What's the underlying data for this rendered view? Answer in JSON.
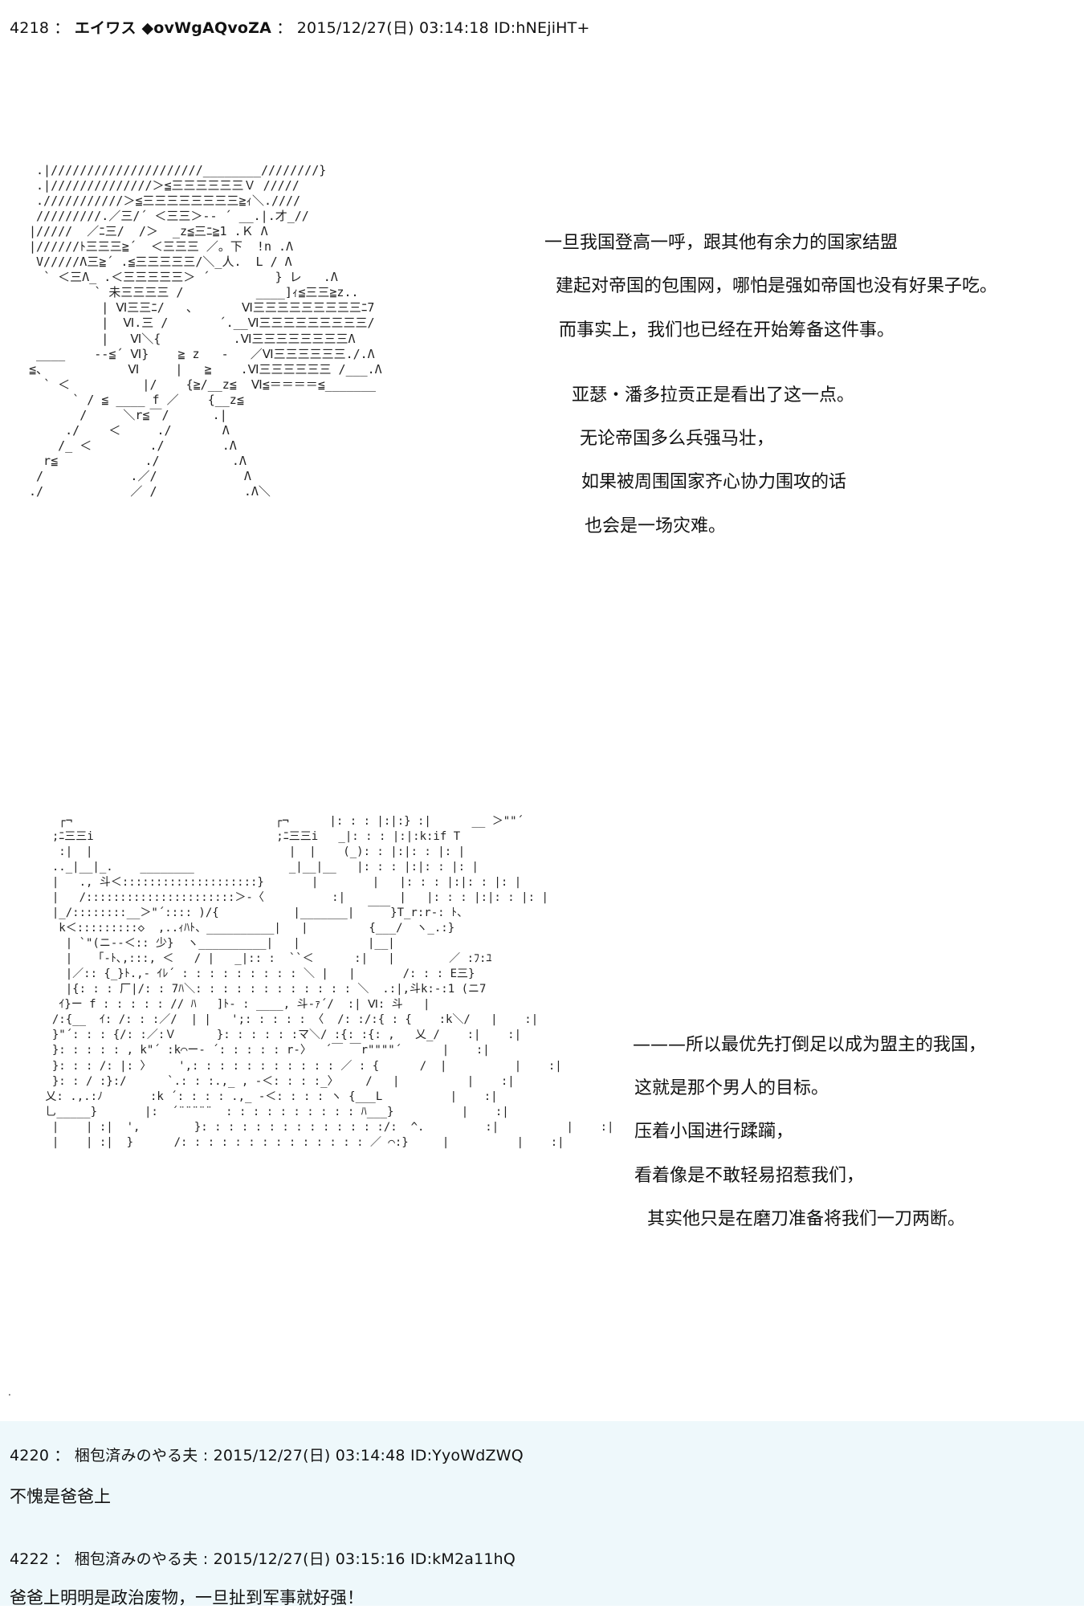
{
  "posts": [
    {
      "number": "4218",
      "name": "エイワス ◆ovWgAQvoZA",
      "date": "2015/12/27(日) 03:14:18",
      "id": "ID:hNEjiHT+"
    },
    {
      "number": "4220",
      "name": "梱包済みのやる夫",
      "date": "2015/12/27(日) 03:14:48",
      "id": "ID:YyoWdZWQ",
      "body": "不愧是爸爸上"
    },
    {
      "number": "4222",
      "name": "梱包済みのやる夫",
      "date": "2015/12/27(日) 03:15:16",
      "id": "ID:kM2a11hQ",
      "body": "爸爸上明明是政治废物，一旦扯到军事就好强！"
    }
  ],
  "art": {
    "top": " .|/////////////////////________////////}\n .|//////////////＞≦三三三三三三Ｖ /////\n .///////////＞≦三三三三三三三三≧ｨ＼.////\n /////////.／三/´ ＜三三＞-‐ ´ __.|.才_//\n|/////  ／ﾆ三/  /＞  _z≦三ﾆ≧1 .Ｋ Λ\n|//////ﾄ三三三≧´  ＜三三三 ／。下  !n .Λ\n V/////Λ三≧´ .≦三三三三三/＼_人.  L / Λ\n  ` ＜三Λ_ .＜三三三三三＞ ´         } レ   .Λ\n         ` 未三三三三 /          ____]ｨ≦三三≧z..\n          | Ⅵ三三ﾆ/   、      Ⅵ三三三三三三三三三ﾆ7\n          |  Ⅵ.三 /       ´.__Ⅵ三三三三三三三三三/\n          |   Ⅵ＼{          .Ⅵ三三三三三三三三Λ\n ____    ‐-≦´ Ⅵ}    ≧ z   -   ／Ⅵ三三三三三三./.Λ\n≦、           Ⅵ     |   ≧    .Ⅵ三三三三三三 /___.Λ\n  ` ＜          |/    {≧/__z≦  Ⅵ≦＝＝＝＝≦_______\n      ` / ≦ ____ f ／    {__z≦\n       /     ＼r≦￣/      .|\n     ./    ＜     ./       Λ\n    /_ ＜        ./        .Λ\n  r≦            ./          .Λ\n /            .／/            Λ\n./            ／ /            .Λ＼",
    "bottom": "   ┌¬                              ┌¬      |: : : |:|:} :|      __ ＞\"\"´\n  ;ﾆ三三i                           ;ﾆ三三i   _|: : : |:|:k:if T\n   :|  |                             |  |    (_): : |:|: : |: |\n  .._|__|_.    ________              _|__|__   |: : : |:|: : |: |\n  |   ., 斗＜::::::::::::::::::::}       |        |   |: : : |:|: : |: |\n  |   /::::::::::::::::::::::＞-〈          :|        |   |: : : |:|: : |: |\n  |_/::::::::__＞\"´:::: )/{           |_______|  ￣￣}T_r:r-: ﾄ、\n   k＜:::::::::◇  ,..ｨﾊﾄ、__________|   |         {___/  ヽ_.:}\n    | `\"(ニ-‐＜:: 少}  ヽ__________|   |          |__|\n    |   「-ﾄ､,:::, ＜   / |   _|:: :  ``＜      :|   |        ／ :ﾌ:ﾕ\n    |／:: {_}ﾄ.,- ｲﾚ´ : : : : : : : : : ＼ |   |       /: : : E三}\n    |{: : : 厂|/: : 7ﾊ＼: : : : : : : : : : : : ＼  .:|,斗k:‐:1 (ニ7\n   ｲ}ー f : : : : : // ﾊ   ]ﾄ- : ____, 斗-ｧ´/  :| Ⅵ: 斗   |\n  /:{__  ｲ: /: : :／/  | |   ';: : : : : 〈  /: :/:{ : {    :k＼/   |    :|\n  }\"´: : : {/: :／:Ｖ      }: : : : : :マ＼/ :{: :{: ,   乂_/    :|    :|\n  }: : : : : , k\"´ :k⌒ー‐ ´: : : : : r-〉  ´￣ ￣r\"\"\"\"´      |    :|\n  }: : : /: |: 〉    ',: : : : : : : : : : : ／ : {      /  |          |    :|\n  }: : / :}:/      `.: : :.,_ , ‐＜: : : :_〉    /   |          |    :|\n 乂: .,.:ﾉ       :k ´: : : : .,_ ‐＜: : : : ヽ {___L          |    :|\n 乚_____}       |:  ´¨¨¨¨¨  : : : : : : : : : : ﾊ___}          |    :|\n  |    | :|  ',        }: : : : : : : : : : : : : :/:  ^.         :|          |    :|\n  |    | :|  }      /: : : : : : : : : : : : : : ／ ⌒:}     |          |    :|"
  },
  "narration_top": [
    "一旦我国登高一呼，跟其他有余力的国家结盟",
    "建起对帝国的包围网，哪怕是强如帝国也没有好果子吃。",
    "而事实上，我们也已经在开始筹备这件事。",
    "亚瑟・潘多拉贡正是看出了这一点。",
    "无论帝国多么兵强马壮，",
    "如果被周围国家齐心协力围攻的话",
    "也会是一场灾难。"
  ],
  "narration_bottom": [
    "———所以最优先打倒足以成为盟主的我国，",
    "这就是那个男人的目标。",
    "压着小国进行蹂躏，",
    "看着像是不敢轻易招惹我们，",
    "其实他只是在磨刀准备将我们一刀两断。"
  ],
  "colors": {
    "reply_background": "#eef8fb",
    "text": "#111111"
  }
}
